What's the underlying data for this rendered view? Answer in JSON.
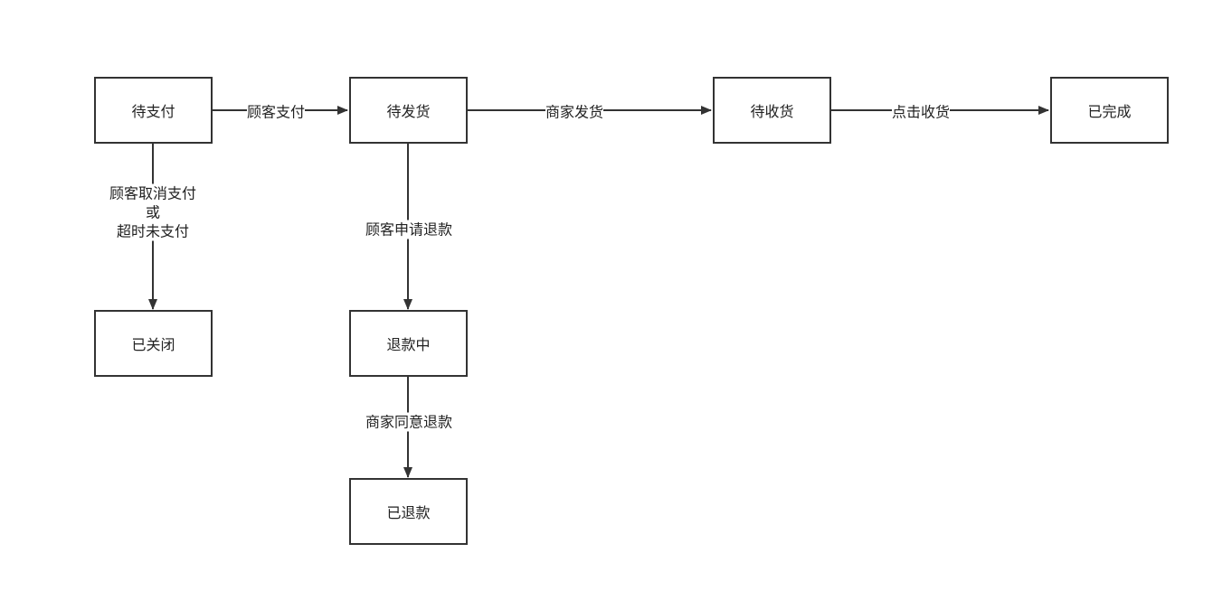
{
  "nodes": {
    "pending_payment": "待支付",
    "pending_shipment": "待发货",
    "pending_receipt": "待收货",
    "completed": "已完成",
    "closed": "已关闭",
    "refunding": "退款中",
    "refunded": "已退款"
  },
  "edges": {
    "customer_pay": "顾客支付",
    "merchant_ship": "商家发货",
    "click_receive": "点击收货",
    "cancel_line1": "顾客取消支付",
    "cancel_line2": "或",
    "cancel_line3": "超时未支付",
    "apply_refund": "顾客申请退款",
    "agree_refund": "商家同意退款"
  },
  "colors": {
    "stroke": "#333333",
    "text": "#222222",
    "background": "#ffffff"
  }
}
